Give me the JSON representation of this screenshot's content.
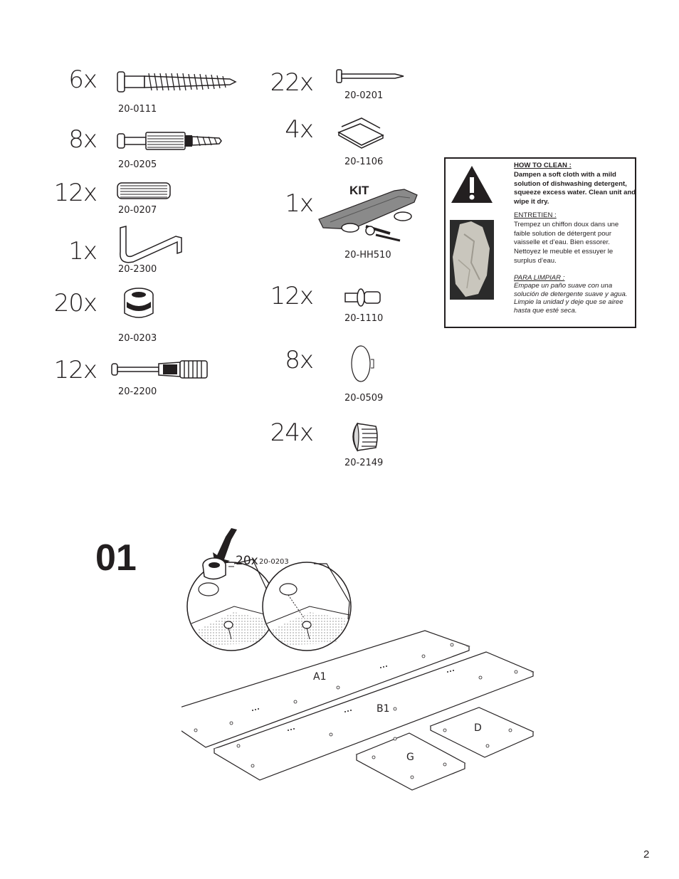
{
  "hardware_left": [
    {
      "qty": "6x",
      "code": "20-0111",
      "icon": "screw-dowel-icon"
    },
    {
      "qty": "8x",
      "code": "20-0205",
      "icon": "cam-bolt-icon"
    },
    {
      "qty": "12x",
      "code": "20-0207",
      "icon": "wood-dowel-icon"
    },
    {
      "qty": "1x",
      "code": "20-2300",
      "icon": "allen-key-icon"
    },
    {
      "qty": "20x",
      "code": "20-0203",
      "icon": "cam-lock-icon"
    },
    {
      "qty": "12x",
      "code": "20-2200",
      "icon": "connector-bolt-icon"
    }
  ],
  "hardware_right": [
    {
      "qty": "22x",
      "code": "20-0201",
      "icon": "nail-icon"
    },
    {
      "qty": "4x",
      "code": "20-1106",
      "icon": "felt-pad-icon"
    },
    {
      "qty": "1x",
      "code": "20-HH510",
      "icon": "anti-tip-kit-icon",
      "label": "KIT"
    },
    {
      "qty": "12x",
      "code": "20-1110",
      "icon": "shelf-pin-icon"
    },
    {
      "qty": "8x",
      "code": "20-0509",
      "icon": "cap-cover-icon"
    },
    {
      "qty": "24x",
      "code": "20-2149",
      "icon": "plastic-plug-icon"
    }
  ],
  "cleaning": {
    "en_title": "HOW TO CLEAN :",
    "en_body": "Dampen a soft cloth with a mild solution of dishwashing detergent, squeeze excess water. Clean unit and wipe it dry.",
    "fr_title": "ENTRETIEN :",
    "fr_body": "Trempez un chiffon doux dans une faible solution de détergent pour vaisselle et d’eau.  Bien essorer. Nettoyez le meuble et essuyer le surplus d’eau.",
    "es_title": "PARA LIMPIAR :",
    "es_body": "Empape un paño suave con una solución de detergente suave y agua. Limpie la unidad y deje que se airee hasta que esté seca."
  },
  "step": {
    "number": "01",
    "qty": "20x",
    "code": "20-0203",
    "panels": [
      "A1",
      "B1",
      "D",
      "G"
    ]
  },
  "page_number": "2"
}
